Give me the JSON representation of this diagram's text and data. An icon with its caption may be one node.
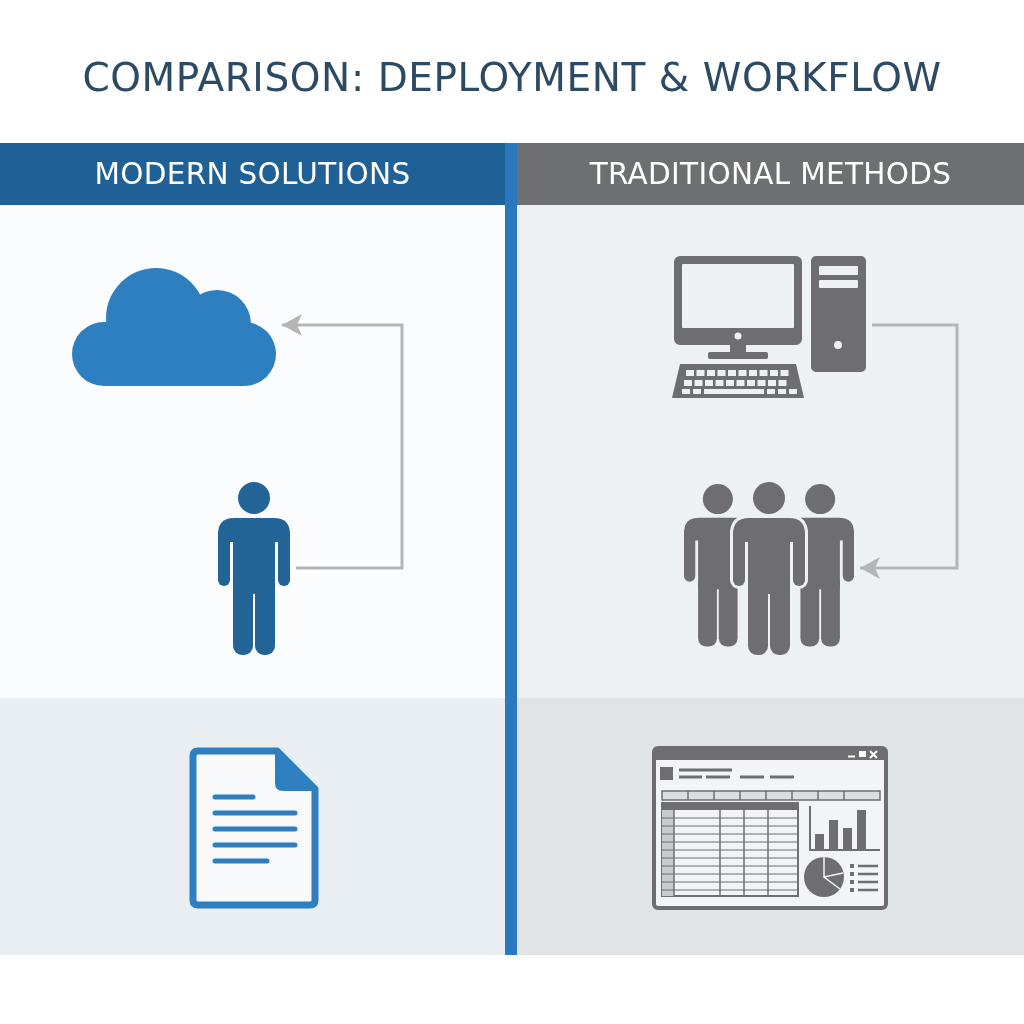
{
  "diagram": {
    "title": "COMPARISON: DEPLOYMENT & WORKFLOW",
    "nodes": [
      {
        "text": [
          "MODERN SOLUTIONS"
        ]
      },
      {
        "text": [],
        "shape": "cloud",
        "in": 0
      },
      {
        "text": [],
        "shape": "person",
        "in": 0
      },
      {
        "text": [],
        "shape": "picture",
        "in": 0
      },
      {
        "text": [
          "TRADITIONAL METHODS"
        ]
      },
      {
        "text": [],
        "shape": "picture",
        "in": 4
      },
      {
        "text": [],
        "shape": "person",
        "in": 4
      },
      {
        "text": [],
        "shape": "picture",
        "in": 4
      }
    ],
    "edges": [
      {
        "from": 2,
        "to": 1,
        "arrow": "to"
      },
      {
        "from": 5,
        "to": 6,
        "arrow": "to"
      }
    ]
  }
}
